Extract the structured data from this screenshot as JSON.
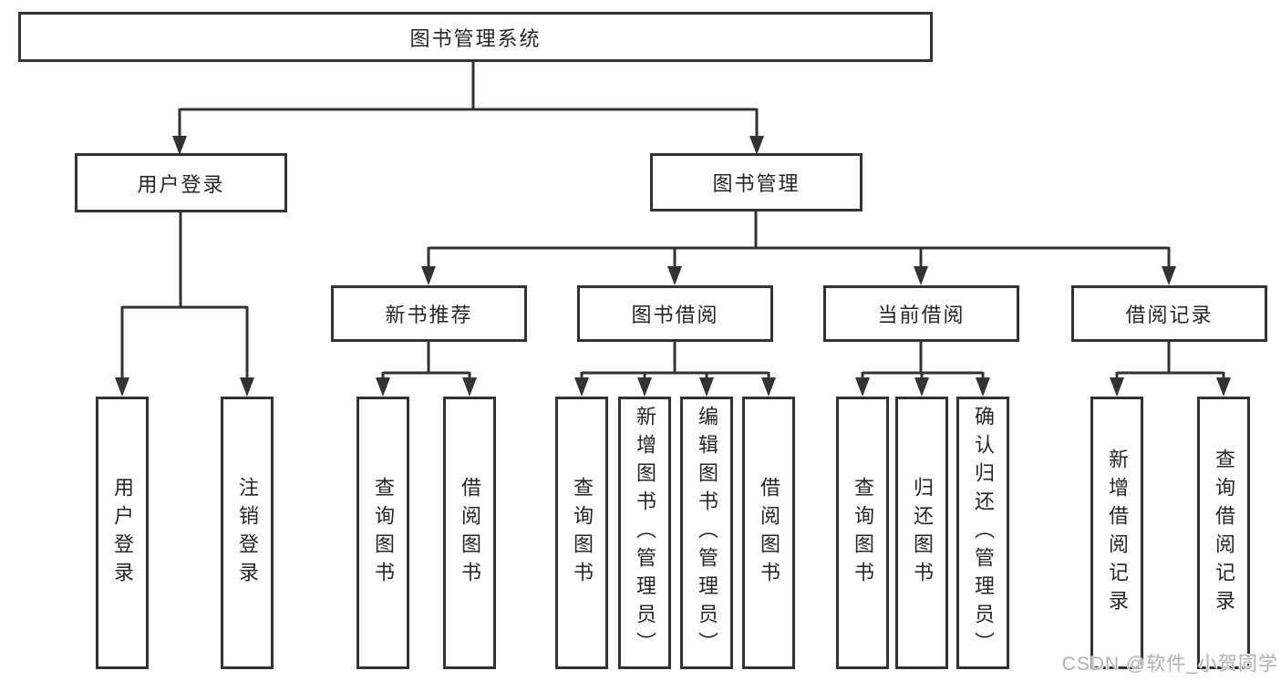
{
  "title": "图书管理系统",
  "branches": {
    "user_login": {
      "label": "用户登录",
      "children": [
        {
          "label": "用户登录"
        },
        {
          "label": "注销登录"
        }
      ]
    },
    "book_management": {
      "label": "图书管理",
      "groups": [
        {
          "label": "新书推荐",
          "children": [
            {
              "label": "查询图书"
            },
            {
              "label": "借阅图书"
            }
          ]
        },
        {
          "label": "图书借阅",
          "children": [
            {
              "label": "查询图书"
            },
            {
              "label": "新增图书（管理员）"
            },
            {
              "label": "编辑图书（管理员）"
            },
            {
              "label": "借阅图书"
            }
          ]
        },
        {
          "label": "当前借阅",
          "children": [
            {
              "label": "查询图书"
            },
            {
              "label": "归还图书"
            },
            {
              "label": "确认归还（管理员）"
            }
          ]
        },
        {
          "label": "借阅记录",
          "children": [
            {
              "label": "新增借阅记录"
            },
            {
              "label": "查询借阅记录"
            }
          ]
        }
      ]
    }
  },
  "watermark": "CSDN @软件_小贺同学",
  "colors": {
    "line": "#333333",
    "text": "#262626",
    "background": "#ffffff",
    "watermark": "#b3b3b3"
  }
}
